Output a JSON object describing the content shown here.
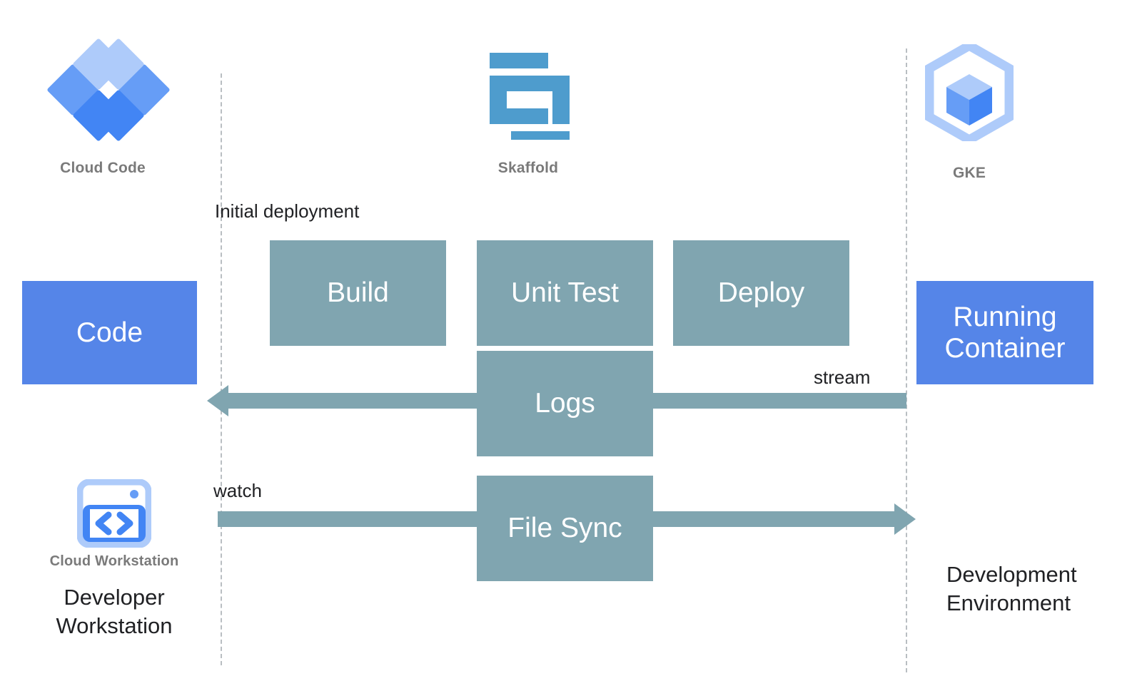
{
  "diagram": {
    "title": "Cloud Code / Skaffold / GKE development loop",
    "colors": {
      "blue": "#5585e8",
      "teal": "#80a5b0",
      "dashed_line": "#b9bec2",
      "caption_grey": "#7a7a7a",
      "text_black": "#202124",
      "logo_blue_dark": "#4285f4",
      "logo_blue_mid": "#669df6",
      "logo_blue_light": "#aecbfa",
      "skaffold_blue": "#4e9ccd"
    }
  },
  "logos": [
    {
      "id": "cloud-code",
      "caption": "Cloud Code"
    },
    {
      "id": "skaffold",
      "caption": "Skaffold"
    },
    {
      "id": "gke",
      "caption": "GKE"
    },
    {
      "id": "cloud-workstation",
      "caption": "Cloud Workstation"
    }
  ],
  "endpoints": {
    "code": {
      "label": "Code"
    },
    "running_container": {
      "label": "Running\nContainer"
    }
  },
  "stages": [
    {
      "id": "build",
      "label": "Build"
    },
    {
      "id": "unit-test",
      "label": "Unit Test"
    },
    {
      "id": "deploy",
      "label": "Deploy"
    },
    {
      "id": "logs",
      "label": "Logs"
    },
    {
      "id": "file-sync",
      "label": "File Sync"
    }
  ],
  "annotations": {
    "initial_deployment": "Initial deployment",
    "stream": "stream",
    "watch": "watch"
  },
  "zone_labels": {
    "developer_workstation": "Developer\nWorkstation",
    "development_environment": "Development\nEnvironment"
  }
}
